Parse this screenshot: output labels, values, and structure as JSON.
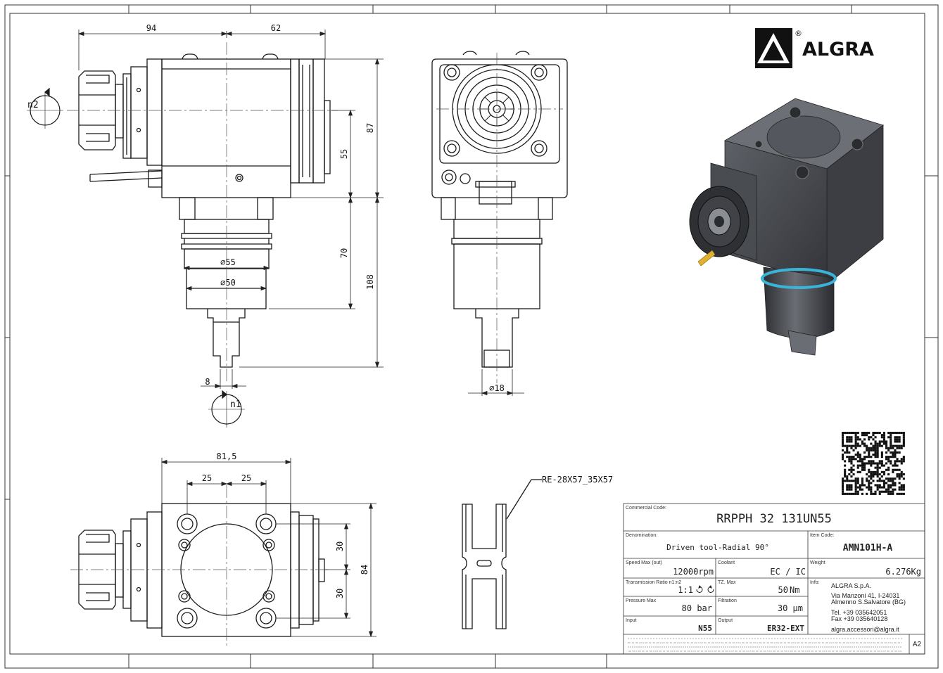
{
  "company": {
    "name": "ALGRA",
    "registered": "®"
  },
  "dimensions": {
    "side_width_left": "94",
    "side_width_right": "62",
    "height_87": "87",
    "height_55": "55",
    "height_70": "70",
    "height_108": "108",
    "dia_55": "⌀55",
    "dia_50": "⌀50",
    "key_8": "8",
    "dia_18": "⌀18",
    "top_width": "81,5",
    "bolt_25_left": "25",
    "bolt_25_right": "25",
    "bolt_30_top": "30",
    "bolt_30_bottom": "30",
    "height_84": "84"
  },
  "rotations": {
    "n1": "n1",
    "n2": "n2"
  },
  "detail_callout": "RE-28X57_35X57",
  "title_block": {
    "commercial_code_label": "Commercial Code:",
    "commercial_code": "RRPPH 32 131UN55",
    "denomination_label": "Denomination:",
    "denomination": "Driven tool-Radial 90°",
    "item_code_label": "Item Code:",
    "item_code": "AMN101H-A",
    "speed_label": "Speed Max (out)",
    "speed": "12000rpm",
    "coolant_label": "Coolant",
    "coolant": "EC / IC",
    "weight_label": "Weight",
    "weight": "6.276Kg",
    "ratio_label": "Transmission Ratio n1:n2",
    "ratio": "1:1",
    "torque_label": "TZ. Max",
    "torque": "50",
    "torque_unit": "Nm",
    "pressure_label": "Pressure Max",
    "pressure": "80 bar",
    "filtration_label": "Filtration",
    "filtration": "30 µm",
    "input_label": "Input",
    "input": "N55",
    "output_label": "Output",
    "output": "ER32-EXT",
    "info_label": "Info:",
    "info_company": "ALGRA S.p.A.",
    "info_address1": "Via Manzoni 41, I-24031",
    "info_address2": "Almenno S.Salvatore (BG)",
    "info_tel": "Tel. +39 035642051",
    "info_fax": "Fax +39 035640128",
    "info_email": "algra.accessori@algra.it",
    "sheet_size": "A2"
  },
  "colors": {
    "line": "#1a1a1a",
    "render_body": "#4a4d52",
    "accent_ring": "#39b4d8",
    "accent_tab": "#e0b030"
  }
}
